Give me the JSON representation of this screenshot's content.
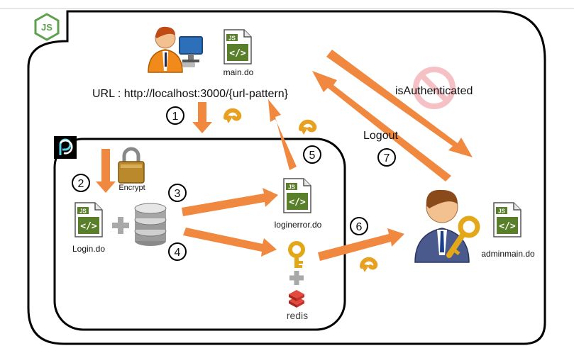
{
  "labels": {
    "main_do": "main.do",
    "url": "URL : http://localhost:3000/{url-pattern}",
    "is_authenticated": "isAuthenticated",
    "logout": "Logout",
    "encrypt": "Encrypt",
    "login_do": "Login.do",
    "loginerror_do": "loginerror.do",
    "adminmain_do": "adminmain.do",
    "redis": "redis"
  },
  "steps": [
    "1",
    "2",
    "3",
    "4",
    "5",
    "6",
    "7"
  ],
  "icons": {
    "nodejs": "JS",
    "file_badge": "JS",
    "file_code": "</>"
  },
  "colors": {
    "arrow": "#f0883f",
    "arrow_light": "#f6b28a",
    "boundary": "#000000",
    "node_green": "#5fa04e",
    "file_green": "#5a7f2b",
    "redis_red": "#c6302b",
    "no_sign": "#e8505b"
  }
}
